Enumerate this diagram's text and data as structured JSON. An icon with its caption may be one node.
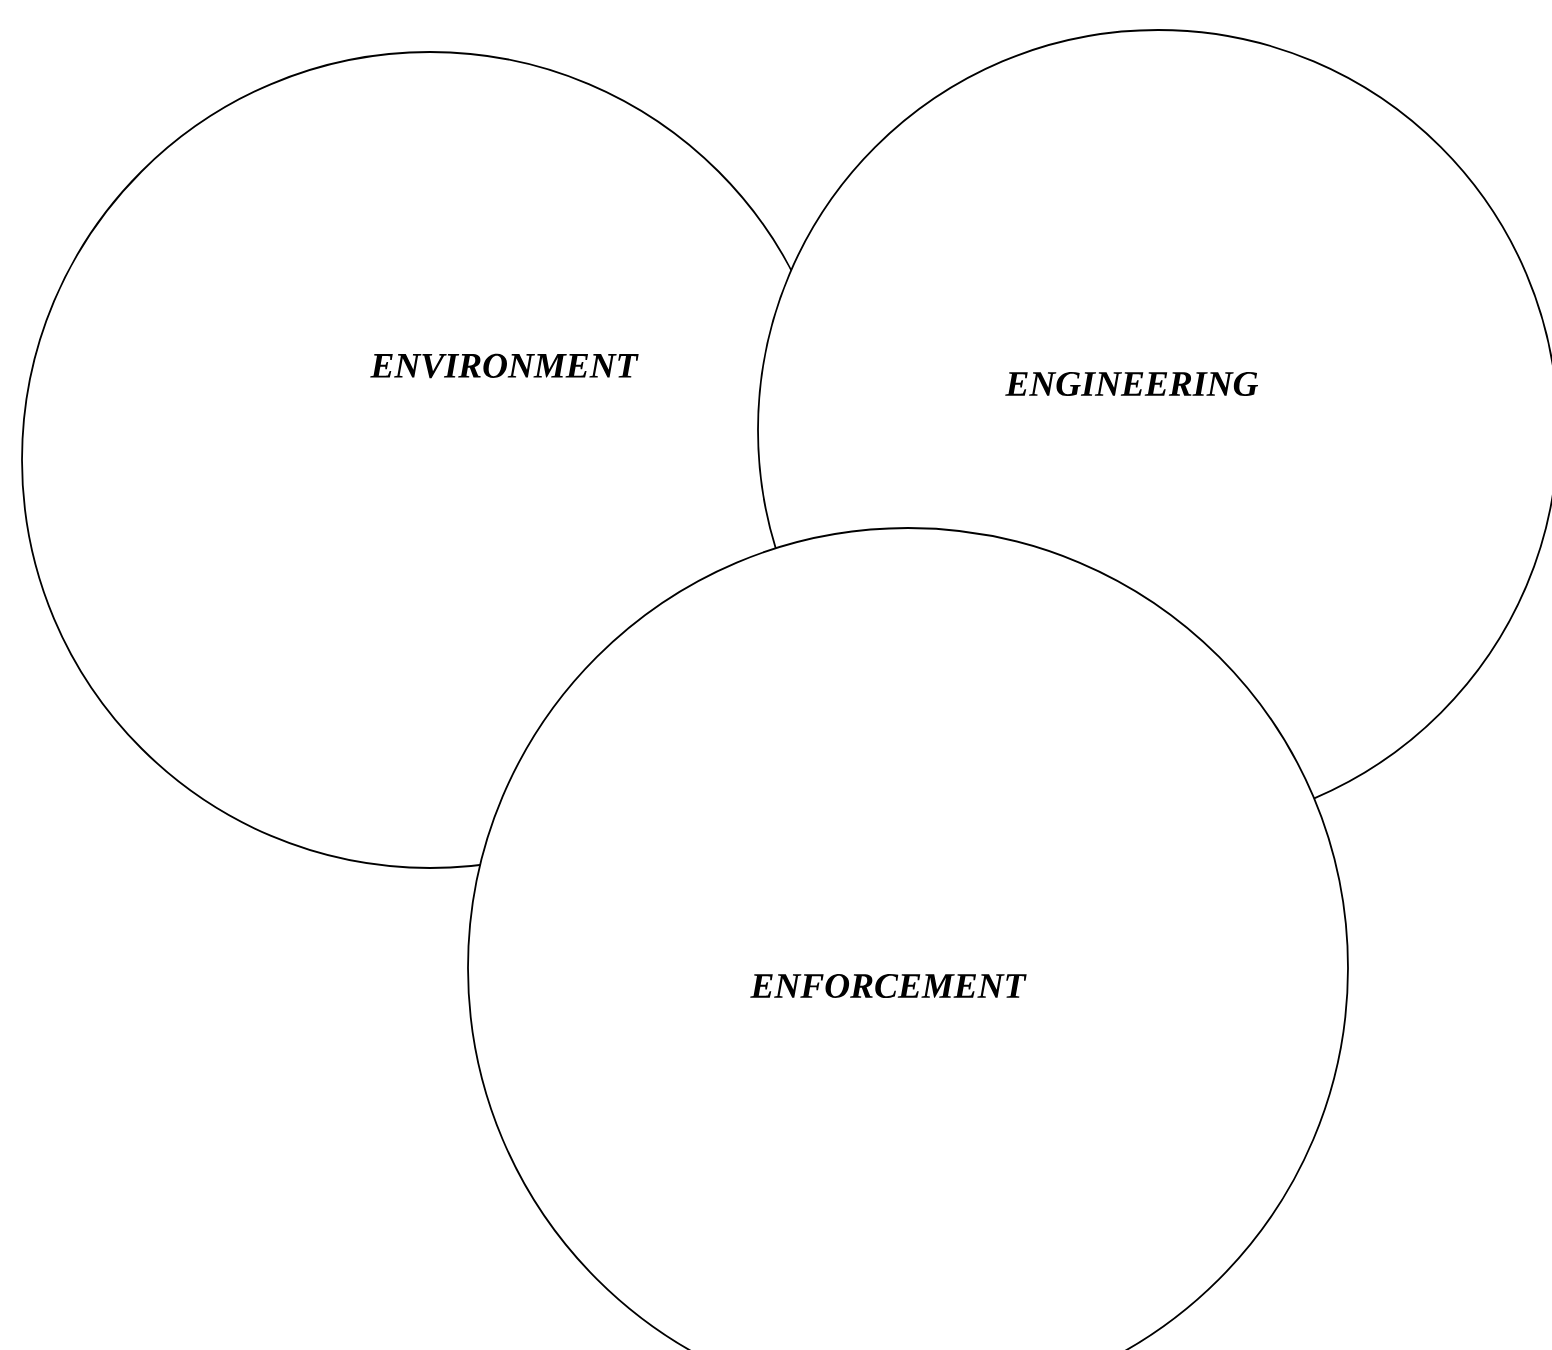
{
  "diagram": {
    "nodes": [
      {
        "text": [
          "ENVIRONMENT"
        ]
      },
      {
        "text": [
          "ENGINEERING"
        ]
      },
      {
        "text": [
          "ENFORCEMENT"
        ]
      }
    ]
  }
}
